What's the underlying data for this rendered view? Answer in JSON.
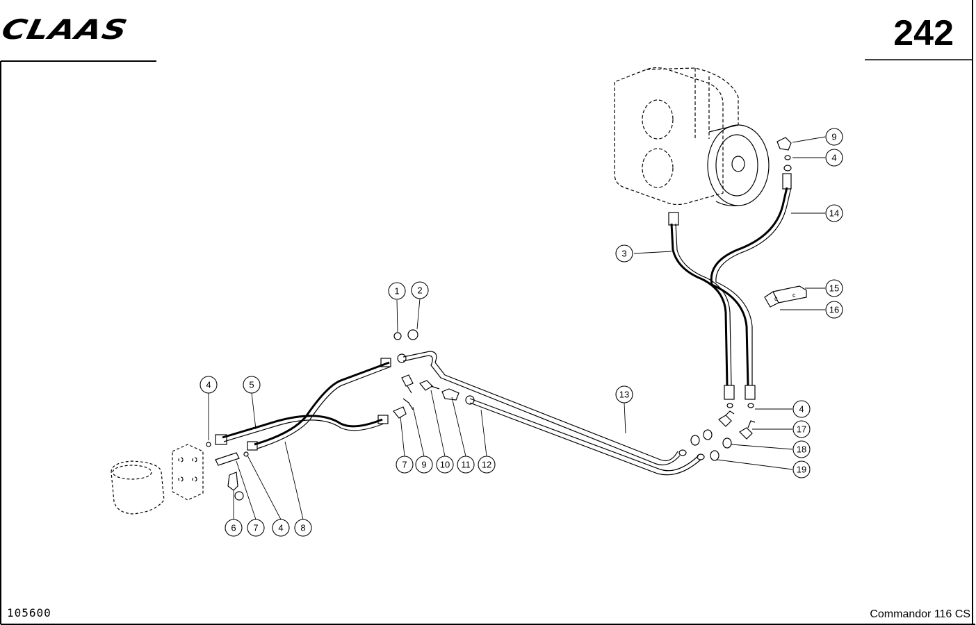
{
  "header": {
    "brand": "CLAAS",
    "page_number": "242"
  },
  "footer": {
    "document_code": "105600",
    "model": "Commandor 116 CS"
  },
  "callouts": [
    "1",
    "2",
    "3",
    "4",
    "5",
    "6",
    "7",
    "8",
    "9",
    "10",
    "11",
    "12",
    "13",
    "14",
    "15",
    "16",
    "17",
    "18",
    "19"
  ],
  "bracket_marks": [
    "c",
    "c"
  ]
}
